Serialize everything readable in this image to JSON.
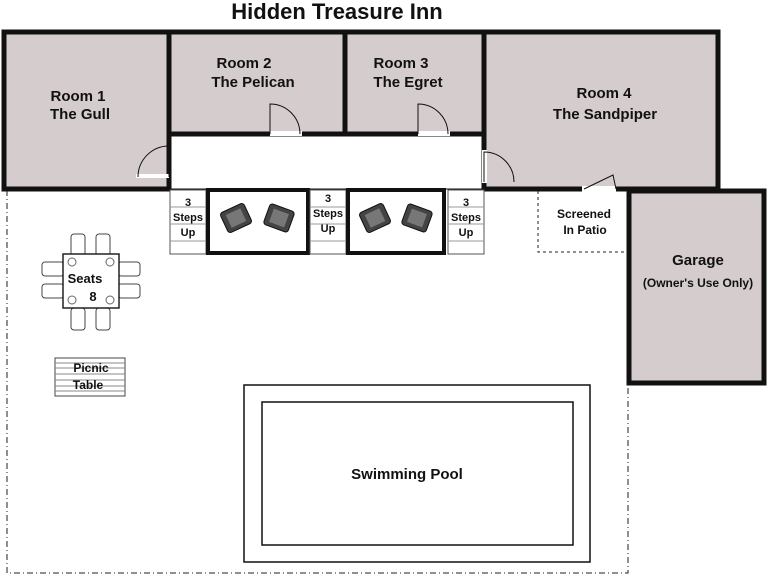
{
  "title": "Hidden Treasure Inn",
  "rooms": [
    {
      "name": "Room 1",
      "subtitle": "The Gull"
    },
    {
      "name": "Room 2",
      "subtitle": "The Pelican"
    },
    {
      "name": "Room 3",
      "subtitle": "The Egret"
    },
    {
      "name": "Room 4",
      "subtitle": "The Sandpiper"
    }
  ],
  "steps": [
    {
      "line1": "3",
      "line2": "Steps",
      "line3": "Up"
    },
    {
      "line1": "3",
      "line2": "Steps",
      "line3": "Up"
    },
    {
      "line1": "3",
      "line2": "Steps",
      "line3": "Up"
    }
  ],
  "patio": {
    "line1": "Screened",
    "line2": "In Patio"
  },
  "garage": {
    "line1": "Garage",
    "line2": "(Owner's Use Only)"
  },
  "dining": {
    "line1": "Seats",
    "line2": "8"
  },
  "picnic": {
    "line1": "Picnic",
    "line2": "Table"
  },
  "pool": {
    "label": "Swimming Pool"
  },
  "colors": {
    "room_fill": "#d5cdcd",
    "wall": "#111111",
    "background": "#ffffff"
  }
}
